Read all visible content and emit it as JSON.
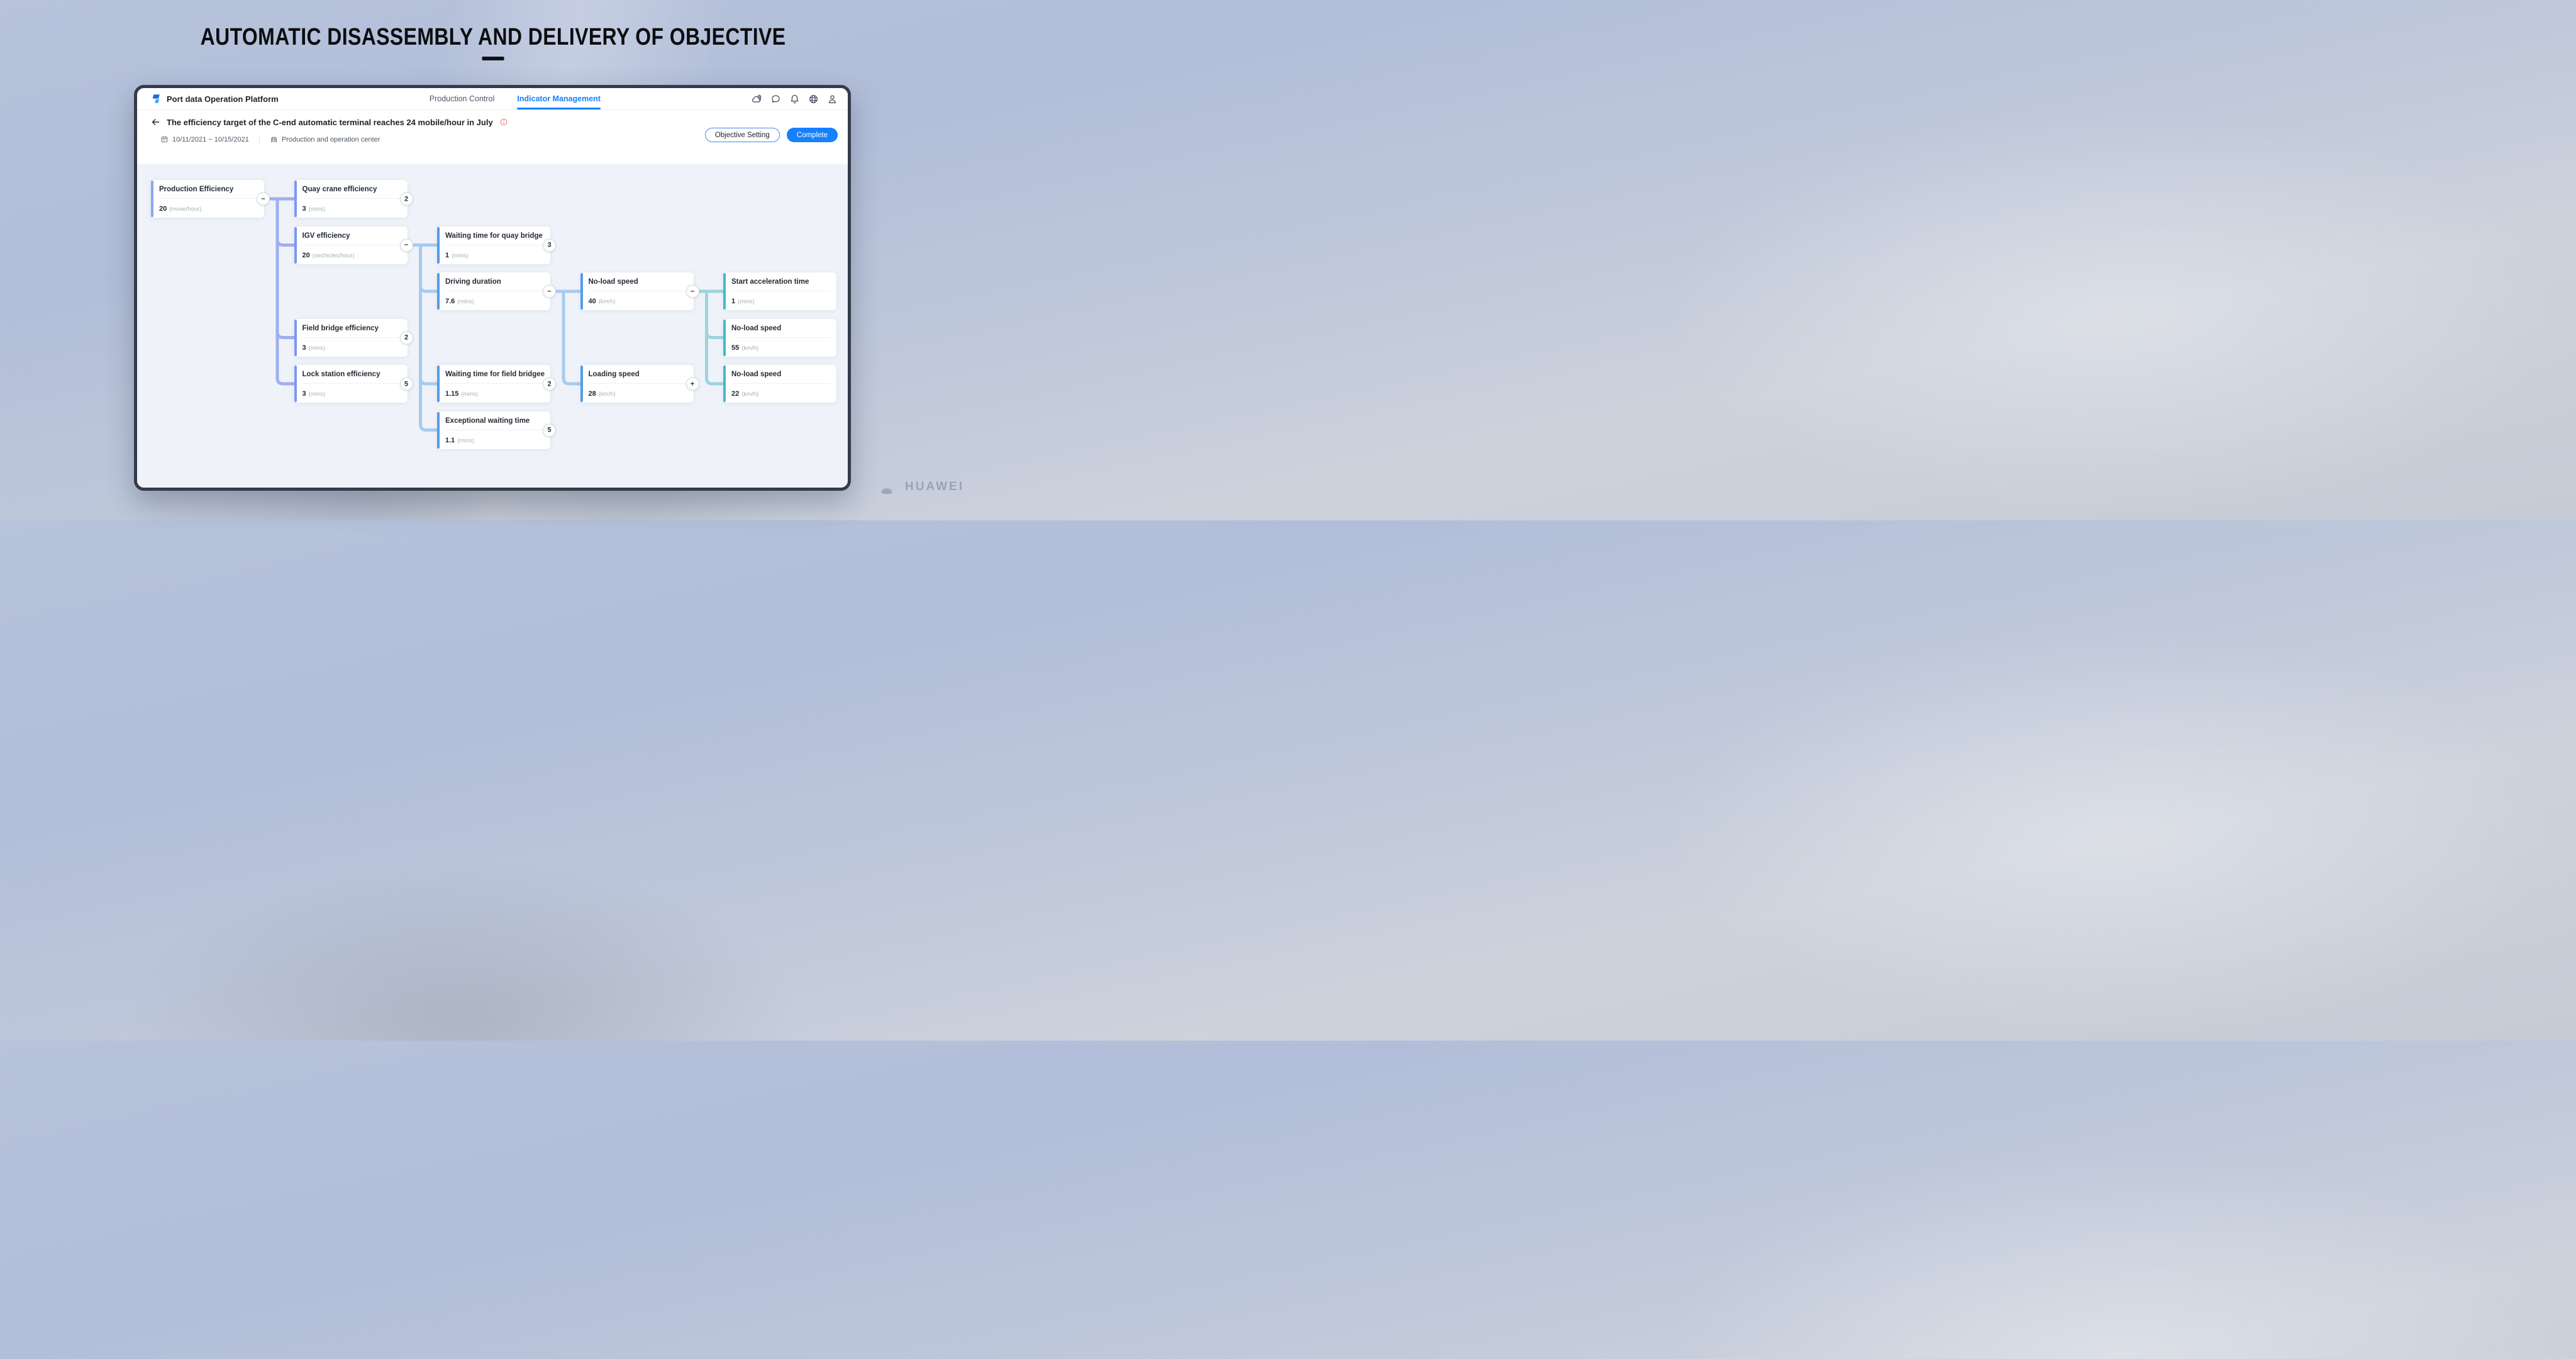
{
  "page": {
    "title": "AUTOMATIC DISASSEMBLY AND DELIVERY OF OBJECTIVE"
  },
  "window": {
    "brand": {
      "name": "Port data Operation Platform",
      "logo_icon": "port-platform-logo"
    },
    "nav": {
      "tabs": [
        {
          "label": "Production Control",
          "active": false
        },
        {
          "label": "Indicator Management",
          "active": true
        }
      ]
    },
    "quick_icons": [
      "weather-icon",
      "chat-icon",
      "bell-icon",
      "globe-icon",
      "user-icon"
    ],
    "objective": {
      "title": "The efficiency target of the C-end automatic terminal reaches 24 mobile/hour in July",
      "date_range": "10/11/2021 ~ 10/15/2021",
      "department": "Production and operation center",
      "buttons": [
        {
          "label": "Objective Setting",
          "style": "outline"
        },
        {
          "label": "Complete",
          "style": "primary"
        }
      ]
    }
  },
  "colors": {
    "accent": "#1680ff",
    "frame": "#343c4a",
    "canvas_bg": "#eff2f8",
    "edge_level1": "#9fafef",
    "edge_level2": "#a6cbef",
    "edge_level3": "#9bd4de",
    "stripe_root": "#8ca6f2",
    "stripe_l2": "#7d97f0",
    "stripe_l3": "#549be8",
    "stripe_l4": "#41bacd"
  },
  "tree": {
    "nodes": [
      {
        "id": "root",
        "title": "Production Efficiency",
        "value": "20",
        "unit": "(move/hour)",
        "badge": "−",
        "col": 1,
        "row": 1,
        "stripe": "#8ca6f2",
        "children": [
          "quay",
          "igv",
          "field",
          "lock"
        ],
        "edge_color": "#9fafef"
      },
      {
        "id": "quay",
        "title": "Quay crane efficiency",
        "value": "3",
        "unit": "(mins)",
        "badge": "2",
        "col": 2,
        "row": 1,
        "stripe": "#7d97f0"
      },
      {
        "id": "igv",
        "title": "IGV efficiency",
        "value": "20",
        "unit": "(vechicles/hour)",
        "badge": "−",
        "col": 2,
        "row": 2,
        "stripe": "#7d97f0",
        "children": [
          "wtqb",
          "driving",
          "wtfb",
          "ewt"
        ],
        "edge_color": "#a6cbef"
      },
      {
        "id": "field",
        "title": "Field bridge efficiency",
        "value": "3",
        "unit": "(mins)",
        "badge": "2",
        "col": 2,
        "row": 4,
        "stripe": "#7d97f0"
      },
      {
        "id": "lock",
        "title": "Lock station efficiency",
        "value": "3",
        "unit": "(mins)",
        "badge": "5",
        "col": 2,
        "row": 5,
        "stripe": "#7d97f0"
      },
      {
        "id": "wtqb",
        "title": "Waiting time for quay bridge",
        "value": "1",
        "unit": "(mins)",
        "badge": "3",
        "col": 3,
        "row": 2,
        "stripe": "#549be8"
      },
      {
        "id": "driving",
        "title": "Driving duration",
        "value": "7.6",
        "unit": "(mins)",
        "badge": "−",
        "col": 3,
        "row": 3,
        "stripe": "#549be8",
        "children": [
          "noload40",
          "loading"
        ],
        "edge_color": "#a6cbef"
      },
      {
        "id": "wtfb",
        "title": "Waiting time for field bridgee",
        "value": "1.15",
        "unit": "(mins)",
        "badge": "2",
        "col": 3,
        "row": 5,
        "stripe": "#549be8"
      },
      {
        "id": "ewt",
        "title": "Exceptional waiting time",
        "value": "1.1",
        "unit": "(mins)",
        "badge": "5",
        "col": 3,
        "row": 6,
        "stripe": "#549be8"
      },
      {
        "id": "noload40",
        "title": "No-load speed",
        "value": "40",
        "unit": "(km/h)",
        "badge": "−",
        "col": 4,
        "row": 3,
        "stripe": "#549be8",
        "children": [
          "start",
          "noload55",
          "noload22"
        ],
        "edge_color": "#9bd4de"
      },
      {
        "id": "loading",
        "title": "Loading speed",
        "value": "28",
        "unit": "(km/h)",
        "badge": "+",
        "col": 4,
        "row": 5,
        "stripe": "#549be8"
      },
      {
        "id": "start",
        "title": "Start acceleration time",
        "value": "1",
        "unit": "(mins)",
        "badge": "",
        "col": 5,
        "row": 3,
        "stripe": "#41bacd"
      },
      {
        "id": "noload55",
        "title": "No-load speed",
        "value": "55",
        "unit": "(km/h)",
        "badge": "",
        "col": 5,
        "row": 4,
        "stripe": "#41bacd"
      },
      {
        "id": "noload22",
        "title": "No-load speed",
        "value": "22",
        "unit": "(km/h)",
        "badge": "",
        "col": 5,
        "row": 5,
        "stripe": "#41bacd"
      }
    ]
  },
  "branding": {
    "wordmark": "HUAWEI",
    "logo_icon": "huawei-flower-logo"
  }
}
